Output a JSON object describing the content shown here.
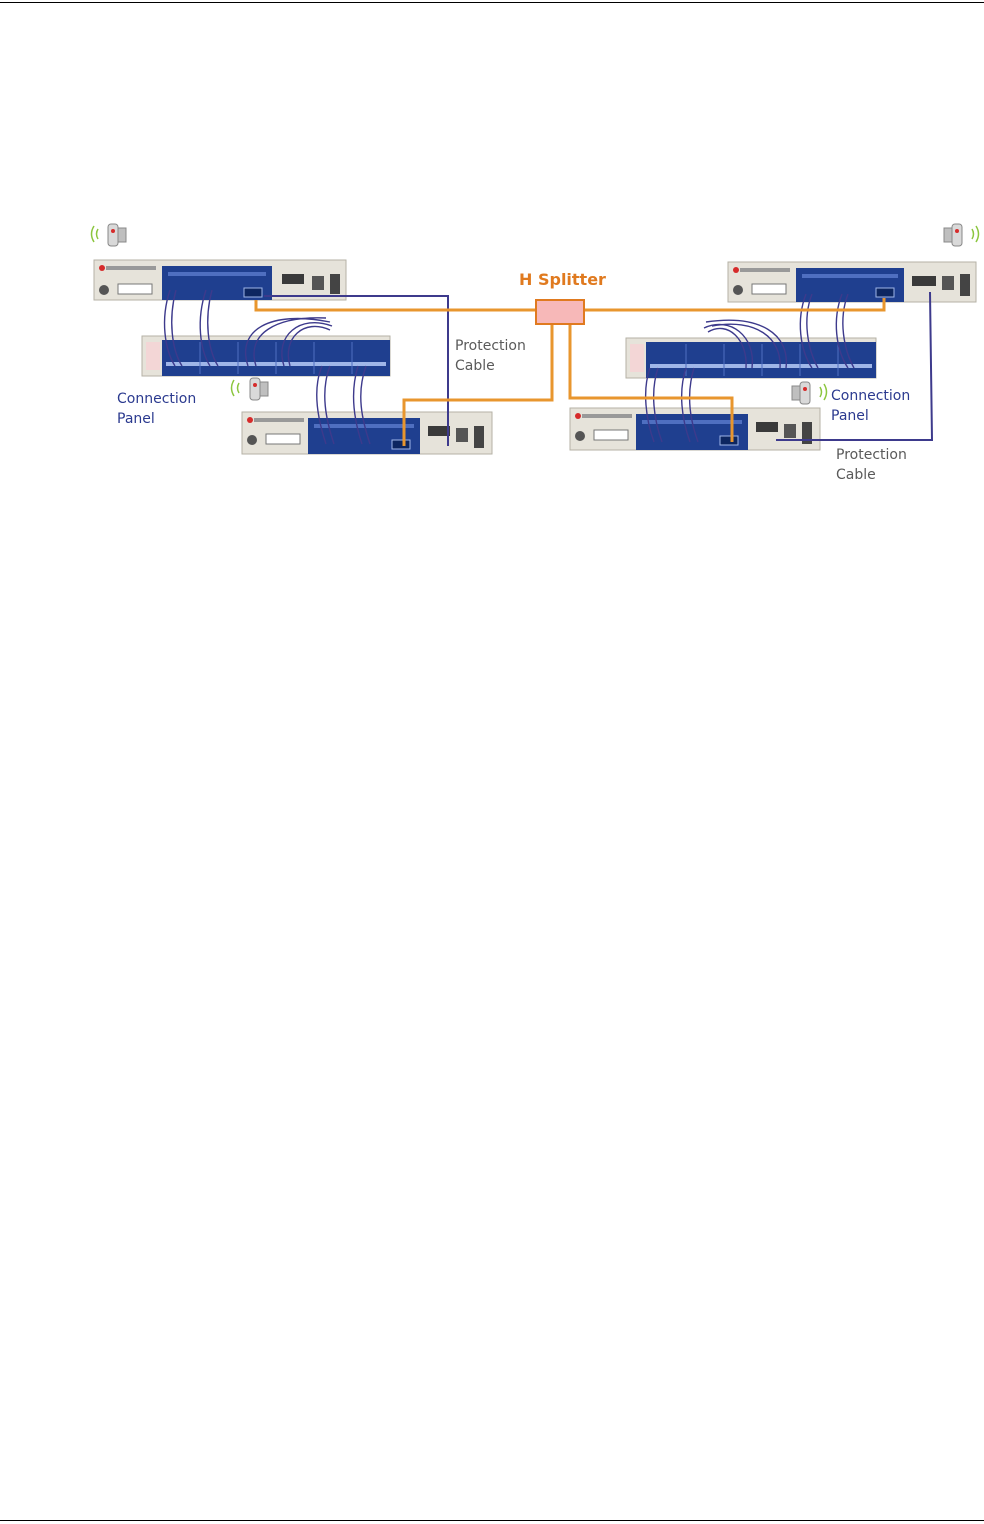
{
  "labels": {
    "h_splitter": "H Splitter",
    "protection_cable_left": [
      "Protection",
      "Cable"
    ],
    "protection_cable_right": [
      "Protection",
      "Cable"
    ],
    "connection_panel_left": [
      "Connection",
      "Panel"
    ],
    "connection_panel_right": [
      "Connection",
      "Panel"
    ]
  },
  "colors": {
    "protection_cable": "#e8962e",
    "data_cable": "#3d3a8c",
    "splitter_fill": "#f7b8b8",
    "splitter_stroke": "#e07a1f",
    "chassis_body": "#e6e3da",
    "chassis_panel": "#1f3f8f"
  }
}
